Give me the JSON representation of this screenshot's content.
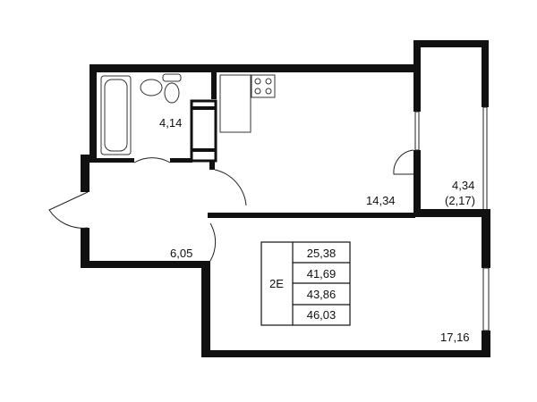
{
  "rooms": {
    "bathroom_area": "4,14",
    "kitchen_living_area": "14,34",
    "balcony_area": "4,34",
    "balcony_reduced_area": "(2,17)",
    "hall_area": "6,05",
    "bedroom_area": "17,16"
  },
  "summary_table": {
    "apartment_type": "2E",
    "values": [
      "25,38",
      "41,69",
      "43,86",
      "46,03"
    ]
  },
  "colors": {
    "wall": "#111111",
    "background": "#ffffff"
  }
}
